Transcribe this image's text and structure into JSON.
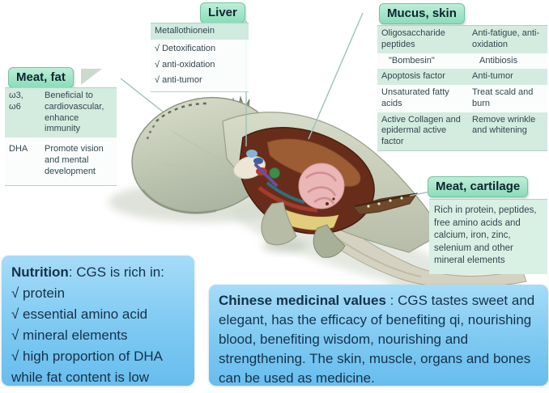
{
  "figure": {
    "subject": "Chinese giant salamander (CGS) anatomy and value diagram",
    "colors": {
      "header_green": "#8cdcba",
      "panel_mint": "#d3ecdf",
      "blue_box": "#7ec9f2",
      "leader_line": "#9cc2ba",
      "text_dark": "#15324a"
    },
    "callouts": {
      "liver": {
        "title": "Liver",
        "subtitle": "Metallothionein",
        "items": [
          "√ Detoxification",
          "√ anti-oxidation",
          "√ anti-tumor"
        ]
      },
      "meat_fat": {
        "title": "Meat, fat",
        "rows": [
          {
            "term": "ω3,\nω6",
            "desc": "Beneficial to cardiovascular, enhance immunity"
          },
          {
            "term": "DHA",
            "desc": "Promote vision and mental development"
          }
        ]
      },
      "mucus_skin": {
        "title": "Mucus, skin",
        "rows": [
          {
            "term": "Oligosaccharide peptides",
            "desc": "Anti-fatigue, anti-oxidation"
          },
          {
            "term": "\"Bombesin\"",
            "desc": "Antibiosis"
          },
          {
            "term": "Apoptosis factor",
            "desc": "Anti-tumor"
          },
          {
            "term": "Unsaturated fatty acids",
            "desc": "Treat scald and burn"
          },
          {
            "term": "Active Collagen and epidermal active factor",
            "desc": "Remove wrinkle and whitening"
          }
        ]
      },
      "meat_cartilage": {
        "title": "Meat, cartilage",
        "body": "Rich in protein, peptides, free amino acids and calcium, iron, zinc, selenium and other mineral elements"
      }
    },
    "nutrition": {
      "title": "Nutrition",
      "intro": ": CGS is rich in:",
      "items": [
        "√ protein",
        "√ essential amino acid",
        "√ mineral elements",
        "√ high proportion of DHA",
        "while fat content is low"
      ]
    },
    "medicinal": {
      "title": "Chinese medicinal values",
      "body": " : CGS tastes sweet and elegant, has the efficacy of benefiting qi, nourishing blood, benefiting wisdom, nourishing and strengthening. The skin, muscle, organs and bones can be used as medicine."
    }
  }
}
